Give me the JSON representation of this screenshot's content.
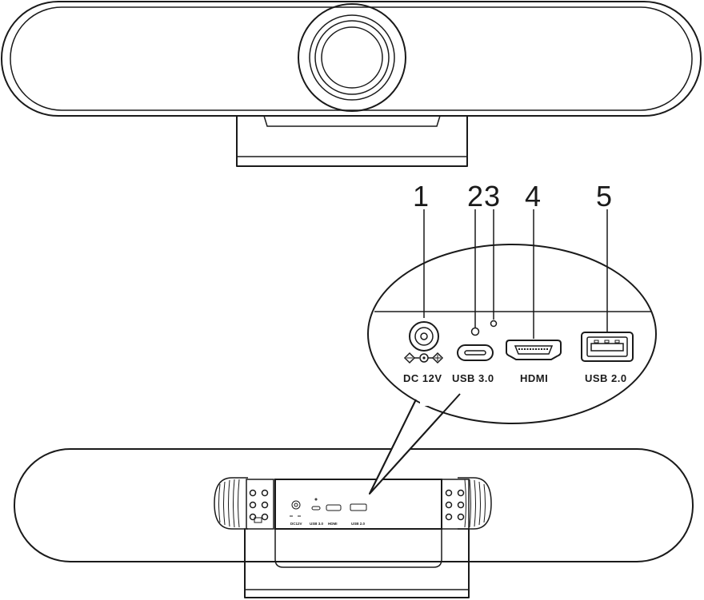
{
  "callouts": [
    {
      "number": "1",
      "label": "DC 12V"
    },
    {
      "number": "2",
      "label": "USB 3.0"
    },
    {
      "number": "3",
      "label": ""
    },
    {
      "number": "4",
      "label": "HDMI"
    },
    {
      "number": "5",
      "label": "USB 2.0"
    }
  ],
  "back_panel": {
    "labels": [
      "DC12V",
      "USB 3.0",
      "HDMI",
      "USB 2.0"
    ]
  },
  "icons": {
    "power_polarity": "dc-polarity-icon",
    "camera_lens": "lens-icon"
  }
}
